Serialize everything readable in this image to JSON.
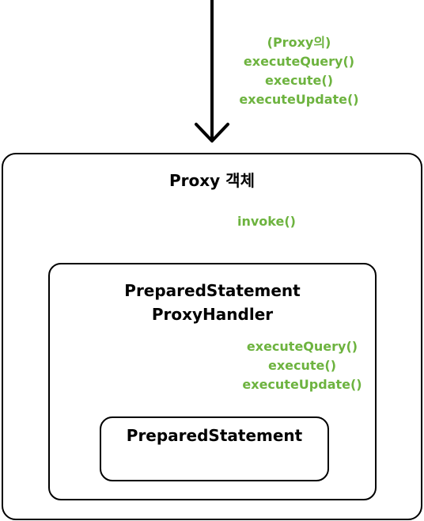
{
  "outer_box": {
    "title": "Proxy 객체"
  },
  "middle_box": {
    "title_lines": [
      "PreparedStatement",
      "ProxyHandler"
    ]
  },
  "inner_box": {
    "title": "PreparedStatement"
  },
  "top_label": {
    "lines": [
      "(Proxy의)",
      "executeQuery()",
      "execute()",
      "executeUpdate()"
    ]
  },
  "invoke_label": "invoke()",
  "middle_label": {
    "lines": [
      "executeQuery()",
      "execute()",
      "executeUpdate()"
    ]
  },
  "colors": {
    "label_green": "#6db33f",
    "line": "#000000"
  }
}
